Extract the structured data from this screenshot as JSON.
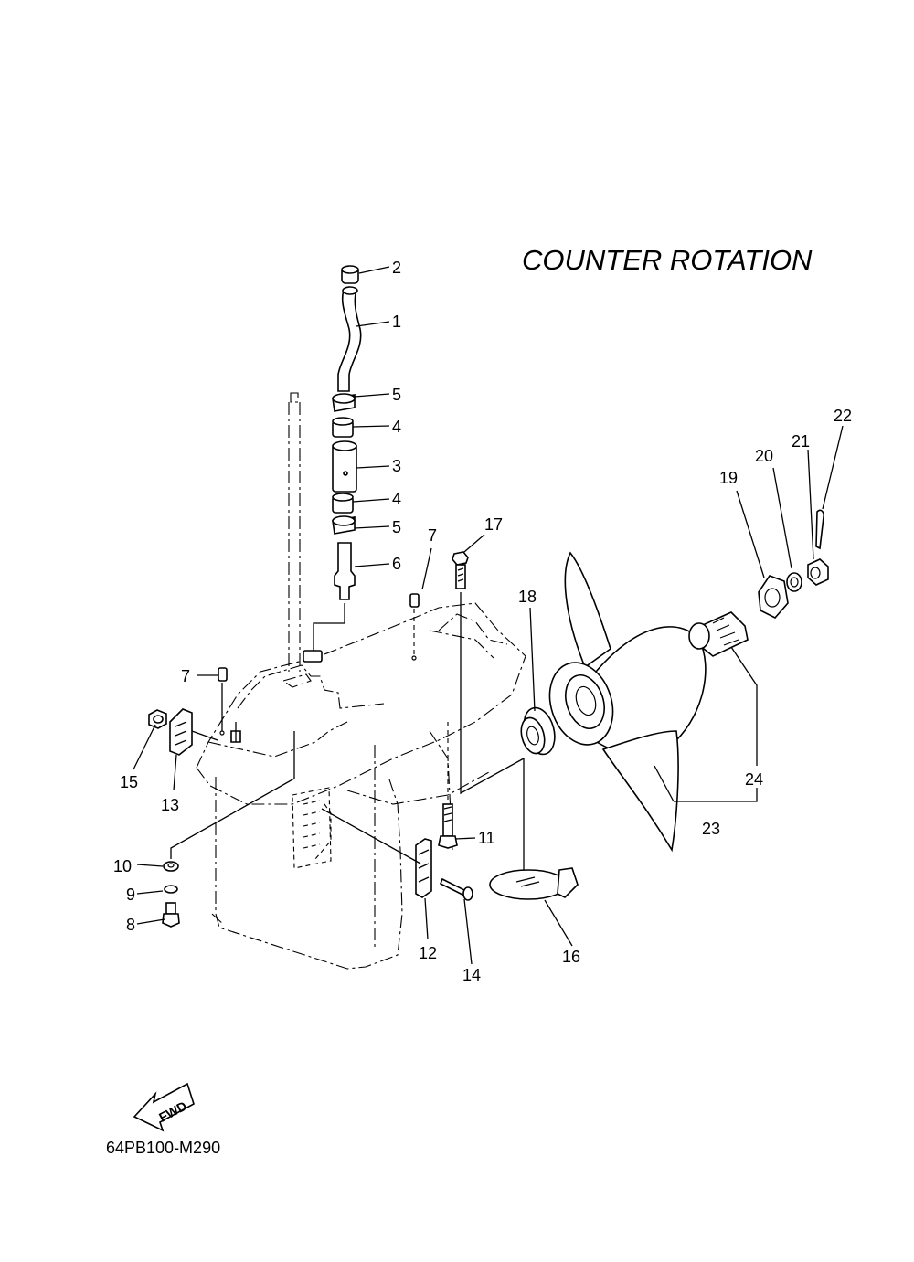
{
  "title": "COUNTER  ROTATION",
  "diagram_code": "64PB100-M290",
  "fwd_label": "FWD",
  "callouts": {
    "c1": "1",
    "c2": "2",
    "c3": "3",
    "c4a": "4",
    "c4b": "4",
    "c5a": "5",
    "c5b": "5",
    "c6": "6",
    "c7a": "7",
    "c7b": "7",
    "c8": "8",
    "c9": "9",
    "c10": "10",
    "c11": "11",
    "c12": "12",
    "c13": "13",
    "c14": "14",
    "c15": "15",
    "c16": "16",
    "c17": "17",
    "c18": "18",
    "c19": "19",
    "c20": "20",
    "c21": "21",
    "c22": "22",
    "c23": "23",
    "c24": "24"
  }
}
